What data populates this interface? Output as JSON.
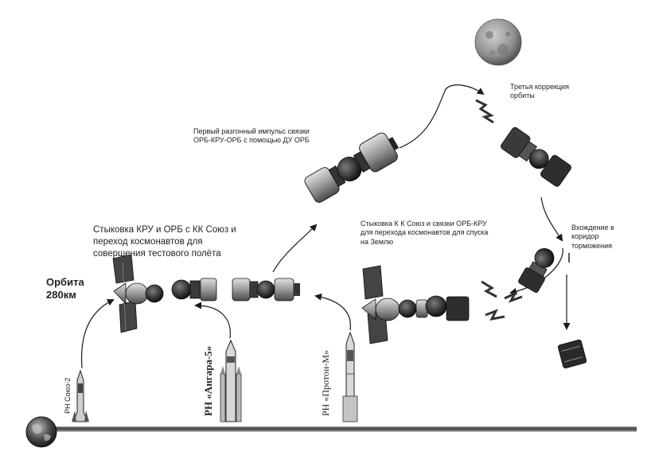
{
  "labels": {
    "orbit": "Орбита\n280км",
    "docking_test": "Стыковка  КРУ и ОРБ с КК Союз и\nпереход космонавтов для\nсовершения тестового полёта",
    "first_impulse": "Первый разгонный импульс связки\nОРБ-КРУ-ОРБ с помощью ДУ ОРБ",
    "third_correction": "Третья  коррекция\nорбиты",
    "docking_return": "Стыковка К К Союз  и связки ОРБ-КРУ\nдля перехода космонавтов для спуска\nна Землю",
    "entry_corridor": "Вхождение в\nкоридор\nторможения"
  },
  "rockets": {
    "soyuz": "РН Союз-2",
    "angara": "РН «Ангара-5»",
    "proton": "РН «Протон-М»"
  },
  "colors": {
    "line": "#1a1a1a",
    "module_dark": "#2a2a2a",
    "module_light": "#9a9a9a",
    "solar_panel": "#4a4a4a",
    "moon": "#8e8e8e",
    "earth": "#3a3a3a",
    "ground": "#555555"
  },
  "icons": [
    "earth-icon",
    "moon-icon",
    "rocket-icon",
    "spacecraft-icon",
    "engine-flame-icon",
    "descent-capsule-icon"
  ]
}
